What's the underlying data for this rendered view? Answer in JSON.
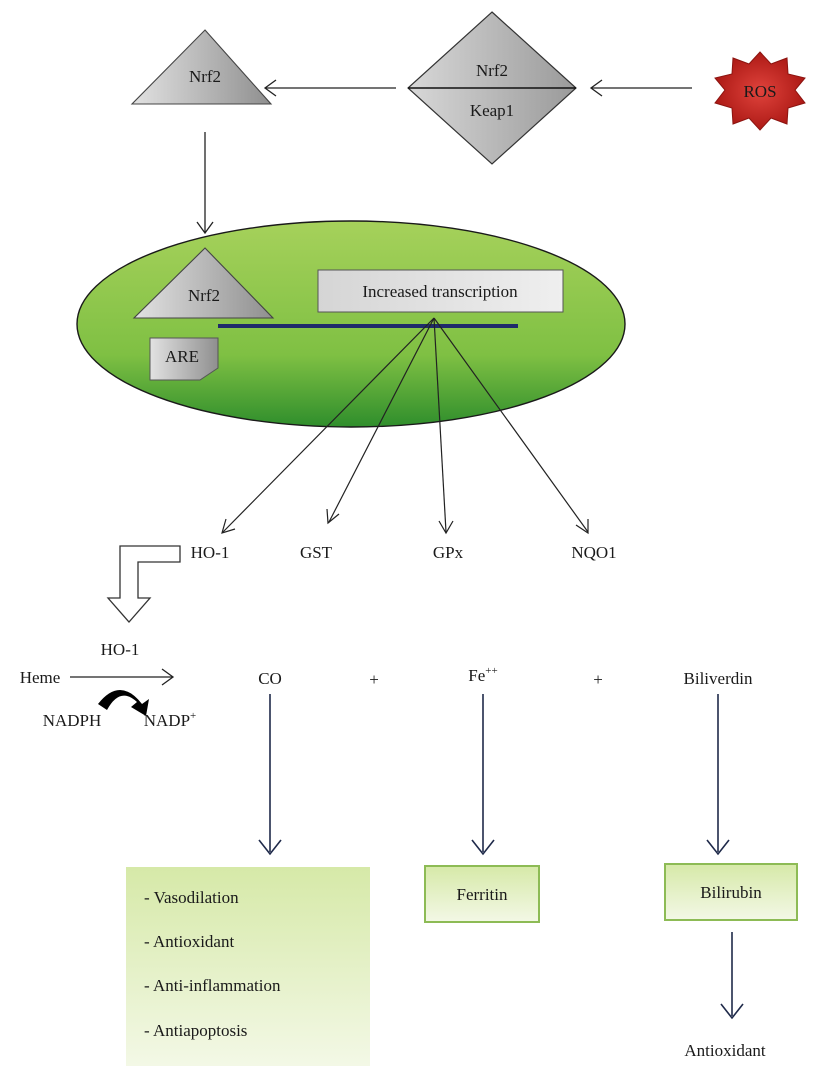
{
  "trigger": {
    "label": "ROS",
    "color": "#c0201c"
  },
  "complex": {
    "top_label": "Nrf2",
    "bottom_label": "Keap1"
  },
  "free_nrf2": {
    "label": "Nrf2"
  },
  "nucleus": {
    "nrf2_label": "Nrf2",
    "are_label": "ARE",
    "transcription_label": "Increased transcription",
    "colors": {
      "light": "#a6d15b",
      "dark": "#2f8e2c",
      "dna": "#1f2a6b"
    }
  },
  "target_genes": [
    {
      "label": "HO-1"
    },
    {
      "label": "GST"
    },
    {
      "label": "GPx"
    },
    {
      "label": "NQO1"
    }
  ],
  "reaction": {
    "enzyme": "HO-1",
    "substrate": "Heme",
    "cofactor_in": "NADPH",
    "cofactor_out_base": "NADP",
    "cofactor_out_sup": "+",
    "plus_1": "+",
    "plus_2": "+"
  },
  "products": {
    "co": "CO",
    "iron_base": "Fe",
    "iron_sup": "++",
    "biliverdin": "Biliverdin"
  },
  "outcomes": {
    "co_effects": [
      "- Vasodilation",
      "- Antioxidant",
      "- Anti-inflammation",
      "- Antiapoptosis"
    ],
    "iron_product": "Ferritin",
    "biliverdin_product": "Bilirubin",
    "bilirubin_effect": "Antioxidant",
    "box_fill": "#e4f0c6",
    "box_border": "#8dbb55"
  }
}
